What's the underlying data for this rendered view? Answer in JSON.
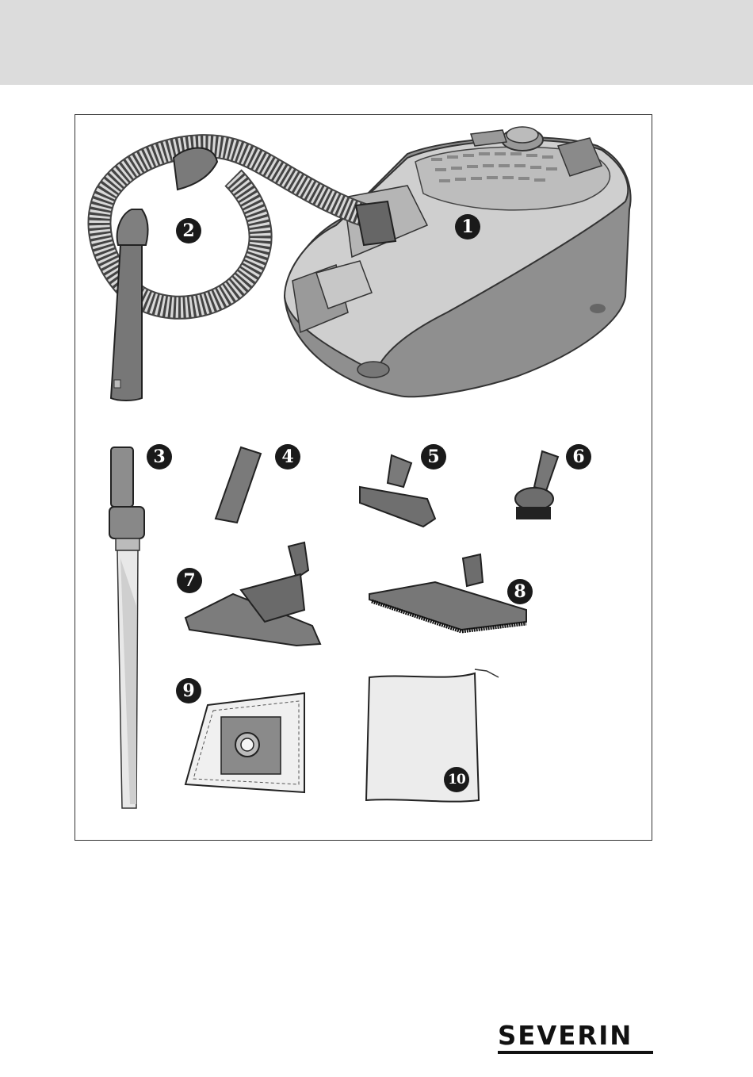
{
  "callouts": {
    "n1": "1",
    "n2": "2",
    "n3": "3",
    "n4": "4",
    "n5": "5",
    "n6": "6",
    "n7": "7",
    "n8": "8",
    "n9": "9",
    "n10": "10"
  },
  "brand": {
    "name": "SEVERIN"
  },
  "colors": {
    "header_band": "#dcdcdc",
    "callout_fill": "#1a1a1a",
    "body_light": "#d9d9d9",
    "body_dark": "#8a8a8a"
  }
}
